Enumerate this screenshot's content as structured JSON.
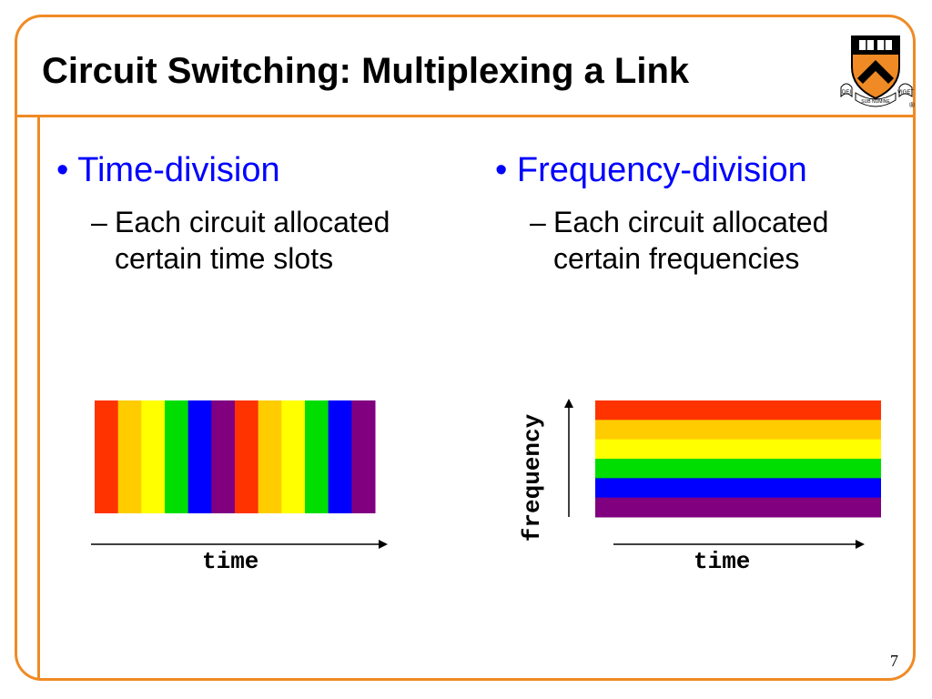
{
  "slide": {
    "title": "Circuit Switching: Multiplexing a Link",
    "page_number": "7"
  },
  "logo": {
    "motto_left": "DEI",
    "motto_center": "SUB NUMINE",
    "motto_right": "VIGET",
    "mark": "®"
  },
  "left_column": {
    "bullet": "Time-division",
    "sub_bullet_line1": "Each circuit allocated",
    "sub_bullet_line2": "certain time slots",
    "dash": "–"
  },
  "right_column": {
    "bullet": "Frequency-division",
    "sub_bullet_line1": "Each circuit allocated",
    "sub_bullet_line2": "certain frequencies",
    "dash": "–"
  },
  "diagrams": {
    "time_division": {
      "slot_colors": [
        "#FF3300",
        "#FFCC00",
        "#FFFF00",
        "#00DD00",
        "#0000FF",
        "#800080",
        "#FF3300",
        "#FFCC00",
        "#FFFF00",
        "#00DD00",
        "#0000FF",
        "#800080"
      ],
      "x_label": "time"
    },
    "frequency_division": {
      "band_colors": [
        "#FF3300",
        "#FFCC00",
        "#FFFF00",
        "#00DD00",
        "#0000FF",
        "#800080"
      ],
      "x_label": "time",
      "y_label": "frequency"
    }
  },
  "colors": {
    "accent_orange": "#F08A24",
    "bullet_blue": "#0000FF"
  }
}
